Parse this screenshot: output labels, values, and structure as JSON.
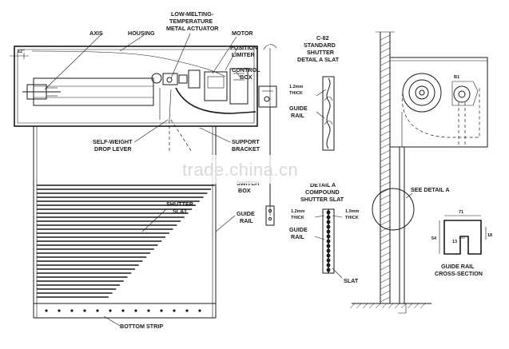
{
  "labels": {
    "axis": "AXIS",
    "housing": "HOUSING",
    "actuator_1": "LOW-MELTING-",
    "actuator_2": "TEMPERATURE",
    "actuator_3": "METAL ACTUATOR",
    "motor": "MOTOR",
    "limiter_1": "POSITION",
    "limiter_2": "LIMITER",
    "control_1": "CONTROL",
    "control_2": "BOX",
    "drop_1": "SELF-WEIGHT",
    "drop_2": "DROP LEVER",
    "bracket_1": "SUPPORT",
    "bracket_2": "BRACKET",
    "switch_1": "SWITCH",
    "switch_2": "BOX",
    "slat_1": "SHUTTER",
    "slat_2": "SLAT",
    "guide_1": "GUIDE",
    "guide_2": "RAIL",
    "bottom": "BOTTOM STRIP",
    "dim_left": "±2\""
  },
  "detail_standard": {
    "title_1": "C-82",
    "title_2": "STANDARD",
    "title_3": "SHUTTER",
    "title_4": "DETAIL A SLAT",
    "thick_1": "1.2mm",
    "thick_2": "THICK",
    "guide_1": "GUIDE",
    "guide_2": "RAIL"
  },
  "detail_compound": {
    "title_1": "DETAIL A",
    "title_2": "COMPOUND",
    "title_3": "SHUTTER SLAT",
    "thick_a1": "1.2mm",
    "thick_a2": "THICK",
    "thick_b1": "1.0mm",
    "thick_b2": "THICK",
    "guide_1": "GUIDE",
    "guide_2": "RAIL",
    "slat": "SLAT"
  },
  "side_view": {
    "see_detail": "SEE DETAIL A",
    "marker": "B1"
  },
  "cross_section": {
    "title_1": "GUIDE RAIL",
    "title_2": "CROSS-SECTION",
    "dim_top": "71",
    "dim_left": "54",
    "dim_right": "18",
    "dim_inner": "13"
  },
  "watermark": "trade.china.cn"
}
